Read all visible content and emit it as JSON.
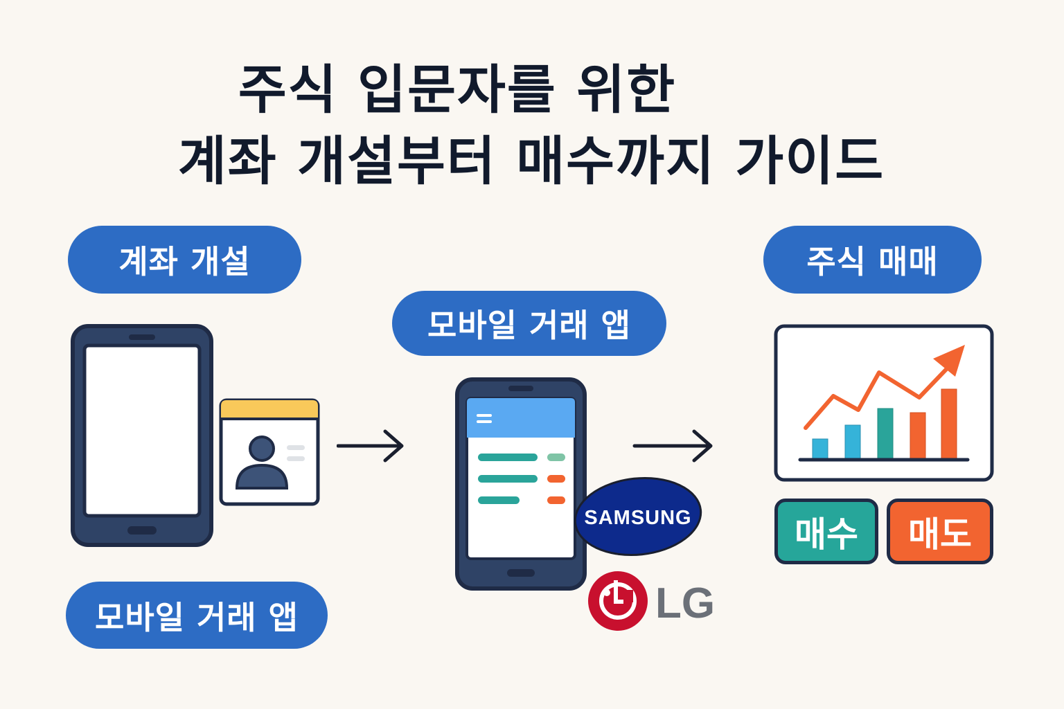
{
  "title": {
    "line1": "주식 입문자를 위한",
    "line2": "계좌 개설부터 매수까지 가이드"
  },
  "steps": {
    "account_open": "계좌 개설",
    "mobile_app_middle": "모바일 거래 앱",
    "stock_trade": "주식 매매",
    "mobile_app_bottom": "모바일 거래 앱"
  },
  "brands": {
    "samsung": "SAMSUNG",
    "lg": "LG"
  },
  "buttons": {
    "buy": "매수",
    "sell": "매도"
  },
  "icons": {
    "phone_left": "smartphone-icon",
    "id_card": "id-card-icon",
    "phone_app": "trading-app-phone-icon",
    "chart": "rising-chart-icon",
    "arrow": "arrow-right-icon"
  },
  "colors": {
    "pill_blue": "#2d6cc4",
    "dark_navy": "#1f2b46",
    "teal": "#26a69a",
    "orange": "#f26430",
    "samsung_blue": "#0d2a8c",
    "lg_red": "#c8102e",
    "yellow": "#f9c95a",
    "app_header_blue": "#5aa9f2"
  }
}
